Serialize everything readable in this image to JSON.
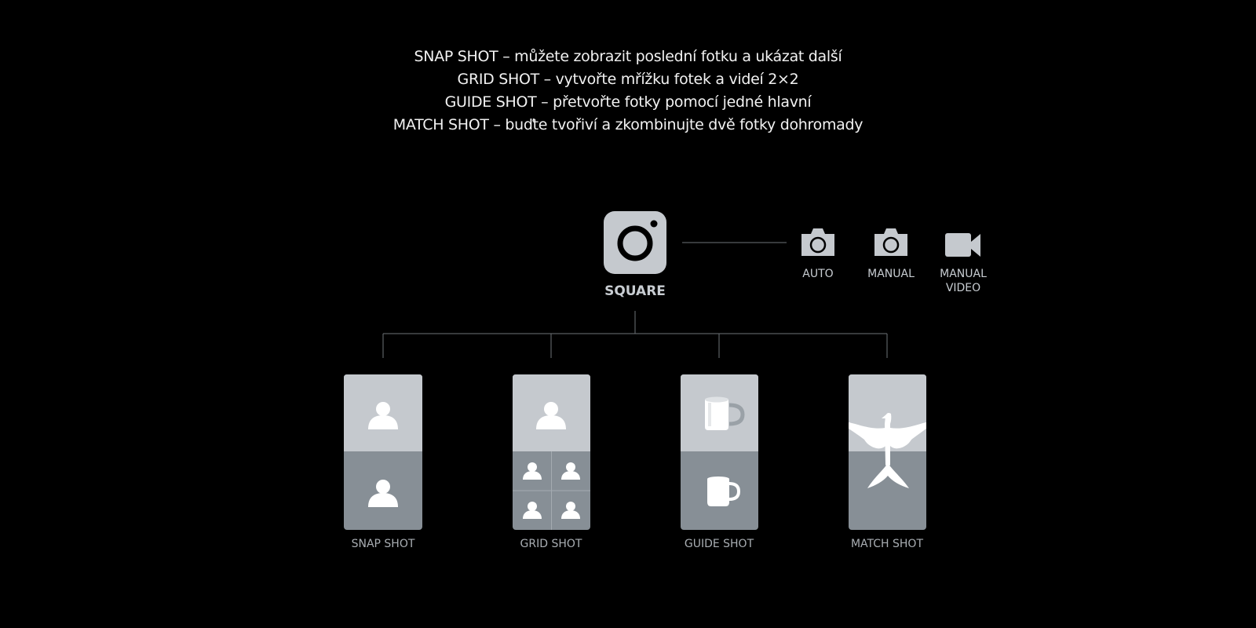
{
  "description": {
    "lines": [
      "SNAP SHOT – můžete zobrazit poslední fotku a ukázat další",
      "GRID SHOT – vytvořte mřížku fotek a videí 2×2",
      "GUIDE SHOT – přetvořte fotky pomocí jedné hlavní",
      "MATCH SHOT – buďte tvořiví a zkombinujte dvě fotky dohromady"
    ]
  },
  "square": {
    "label": "SQUARE",
    "icon": "instagram-camera-icon"
  },
  "camera_modes": [
    {
      "icon": "camera-icon",
      "label": "AUTO"
    },
    {
      "icon": "camera-icon",
      "label": "MANUAL"
    },
    {
      "icon": "video-camera-icon",
      "label_lines": [
        "MANUAL",
        "VIDEO"
      ]
    }
  ],
  "shots": [
    {
      "label": "SNAP SHOT",
      "icon": "person-icon"
    },
    {
      "label": "GRID SHOT",
      "icon": "person-icon"
    },
    {
      "label": "GUIDE SHOT",
      "icon": "mug-icon"
    },
    {
      "label": "MATCH SHOT",
      "icon": "bird-icon"
    }
  ],
  "colors": {
    "background": "#000000",
    "card_top": "#c5c9ce",
    "card_bottom": "#878f96",
    "icon_light": "#ffffff",
    "line": "#6e7378",
    "square_icon": "#c5c9ce"
  }
}
